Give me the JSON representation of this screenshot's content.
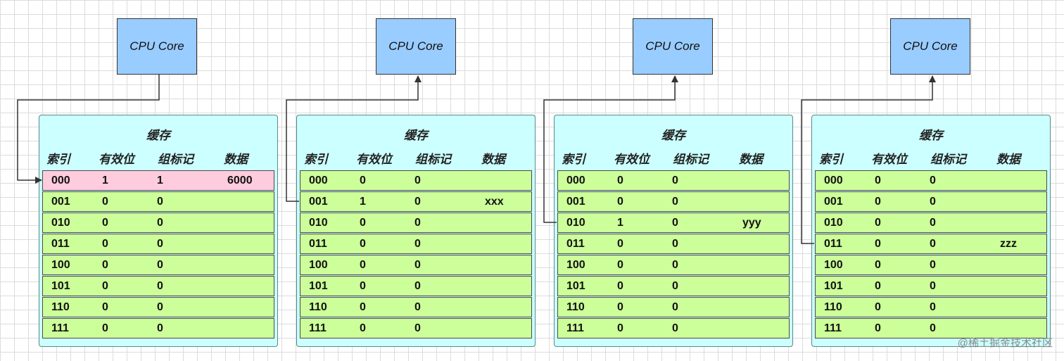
{
  "cpu_label": "CPU Core",
  "cache_title": "缓存",
  "headers": [
    "索引",
    "有效位",
    "组标记",
    "数据"
  ],
  "indices": [
    "000",
    "001",
    "010",
    "011",
    "100",
    "101",
    "110",
    "111"
  ],
  "panels": [
    {
      "rows": [
        [
          "1",
          "1",
          "6000"
        ],
        [
          "0",
          "0",
          ""
        ],
        [
          "0",
          "0",
          ""
        ],
        [
          "0",
          "0",
          ""
        ],
        [
          "0",
          "0",
          ""
        ],
        [
          "0",
          "0",
          ""
        ],
        [
          "0",
          "0",
          ""
        ],
        [
          "0",
          "0",
          ""
        ]
      ],
      "highlight_row": 0,
      "arrow_to": "cache",
      "link_row": 0
    },
    {
      "rows": [
        [
          "0",
          "0",
          ""
        ],
        [
          "1",
          "0",
          "xxx"
        ],
        [
          "0",
          "0",
          ""
        ],
        [
          "0",
          "0",
          ""
        ],
        [
          "0",
          "0",
          ""
        ],
        [
          "0",
          "0",
          ""
        ],
        [
          "0",
          "0",
          ""
        ],
        [
          "0",
          "0",
          ""
        ]
      ],
      "highlight_row": -1,
      "arrow_to": "cpu",
      "link_row": 1
    },
    {
      "rows": [
        [
          "0",
          "0",
          ""
        ],
        [
          "0",
          "0",
          ""
        ],
        [
          "1",
          "0",
          "yyy"
        ],
        [
          "0",
          "0",
          ""
        ],
        [
          "0",
          "0",
          ""
        ],
        [
          "0",
          "0",
          ""
        ],
        [
          "0",
          "0",
          ""
        ],
        [
          "0",
          "0",
          ""
        ]
      ],
      "highlight_row": -1,
      "arrow_to": "cpu",
      "link_row": 2
    },
    {
      "rows": [
        [
          "0",
          "0",
          ""
        ],
        [
          "0",
          "0",
          ""
        ],
        [
          "0",
          "0",
          ""
        ],
        [
          "0",
          "0",
          "zzz"
        ],
        [
          "0",
          "0",
          ""
        ],
        [
          "0",
          "0",
          ""
        ],
        [
          "0",
          "0",
          ""
        ],
        [
          "0",
          "0",
          ""
        ]
      ],
      "highlight_row": -1,
      "arrow_to": "cpu",
      "link_row": 3
    }
  ],
  "watermark": "@稀土掘金技术社区",
  "colors": {
    "cpu_fill": "#99ccff",
    "cache_fill": "#ccffff",
    "row_fill": "#ccff99",
    "highlight_fill": "#ffccdd"
  }
}
